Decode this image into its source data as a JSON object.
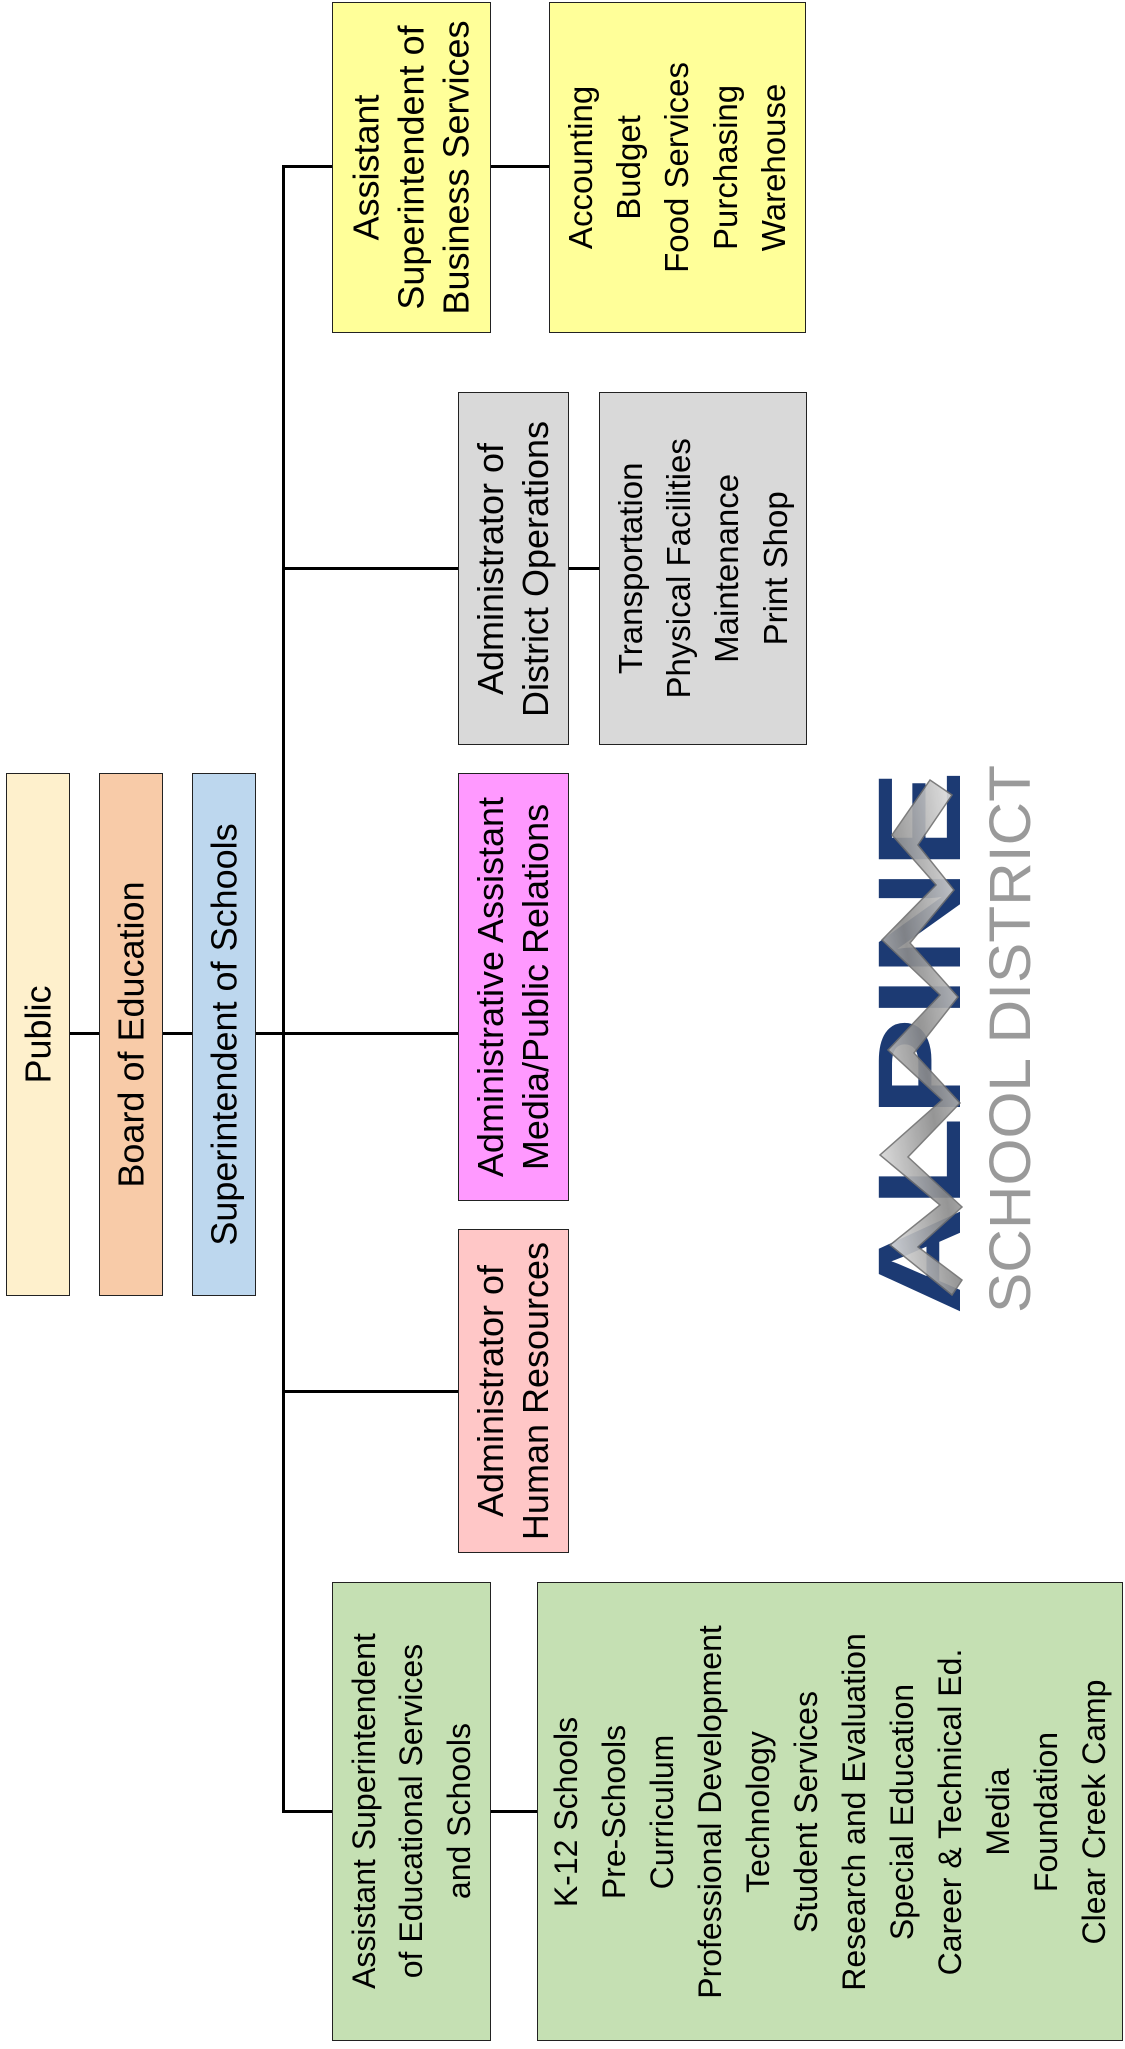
{
  "chart": {
    "top": {
      "public": "Public",
      "board": "Board of Education",
      "superintendent": "Superintendent of Schools"
    },
    "educational_services": {
      "title": [
        "Assistant Superintendent",
        "of Educational Services",
        "and Schools"
      ],
      "items": [
        "K-12 Schools",
        "Pre-Schools",
        "Curriculum",
        "Professional Development",
        "Technology",
        "Student Services",
        "Research and Evaluation",
        "Special Education",
        "Career & Technical Ed.",
        "Media",
        "Foundation",
        "Clear Creek Camp"
      ]
    },
    "human_resources": {
      "title": [
        "Administrator of",
        "Human Resources"
      ]
    },
    "media_relations": {
      "title": [
        "Administrative Assistant",
        "Media/Public Relations"
      ]
    },
    "district_operations": {
      "title": [
        "Administrator of",
        "District Operations"
      ],
      "items": [
        "Transportation",
        "Physical Facilities",
        "Maintenance",
        "Print Shop"
      ]
    },
    "business_services": {
      "title": [
        "Assistant",
        "Superintendent of",
        "Business Services"
      ],
      "items": [
        "Accounting",
        "Budget",
        "Food Services",
        "Purchasing",
        "Warehouse"
      ]
    }
  },
  "logo": {
    "name": "ALPINE",
    "tagline": "SCHOOL DISTRICT",
    "colors": {
      "navy": "#1c3a73",
      "silver": "#9a9a9a"
    }
  },
  "colors": {
    "public": "#fef0cc",
    "board": "#f8cba8",
    "superintendent": "#bdd7ee",
    "educational": "#c5e0b3",
    "human_resources": "#ffc7c7",
    "media": "#ff99ff",
    "operations": "#d9d9d9",
    "business": "#ffff99"
  }
}
